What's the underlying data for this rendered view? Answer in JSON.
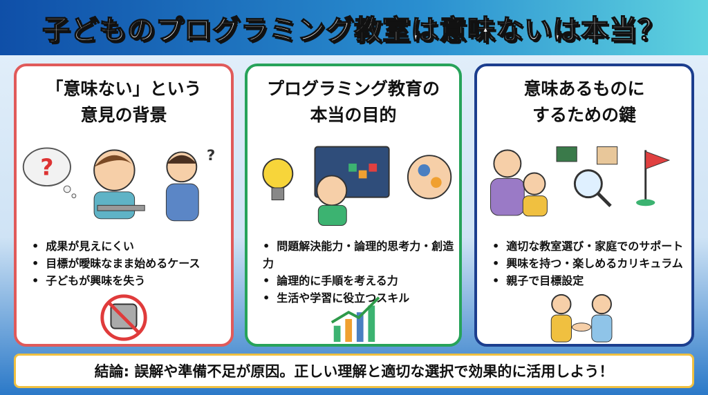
{
  "title": "子どものプログラミング教室は意味ないは本当？",
  "cards": [
    {
      "heading_line1": "「意味ない」という",
      "heading_line2": "意見の背景",
      "items": [
        "成果が見えにくい",
        "目標が曖昧なまま始めるケース",
        "子どもが興味を失う"
      ],
      "color": "#e05a5a"
    },
    {
      "heading_line1": "プログラミング教育の",
      "heading_line2": "本当の目的",
      "items": [
        "問題解決能力・論理的思考力・創造力",
        "論理的に手順を考える力",
        "生活や学習に役立つスキル"
      ],
      "color": "#27a35a"
    },
    {
      "heading_line1": "意味あるものに",
      "heading_line2": "するための鍵",
      "items": [
        "適切な教室選び・家庭でのサポート",
        "興味を持つ・楽しめるカリキュラム",
        "親子で目標設定"
      ],
      "color": "#1c3e8e"
    }
  ],
  "illus_text": {
    "question": "?"
  },
  "conclusion": "結論: 誤解や準備不足が原因。正しい理解と適切な選択で効果的に活用しよう！"
}
